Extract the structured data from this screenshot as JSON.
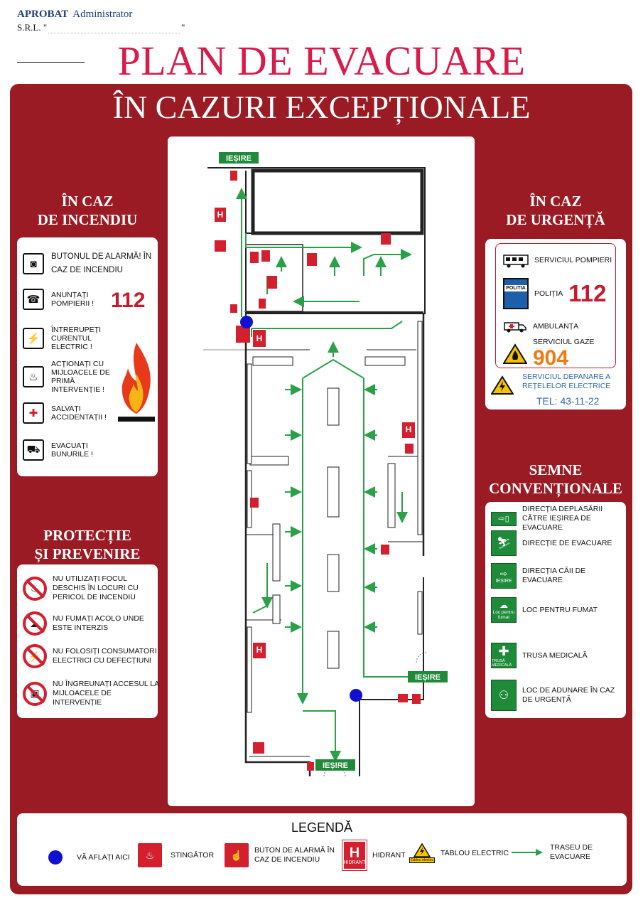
{
  "approval": {
    "label": "APROBAT",
    "role": "Administrator",
    "company_prefix": "S.R.L. \"",
    "company_suffix": "\""
  },
  "title": "PLAN DE EVACUARE",
  "subtitle": "ÎN CAZURI EXCEPȚIONALE",
  "fire_section": {
    "heading_line1": "ÎN CAZ",
    "heading_line2": "DE INCENDIU",
    "items": [
      {
        "icon": "alarm-button-icon",
        "text": "BUTONUL DE ALARMĂ! ÎN CAZ DE INCENDIU"
      },
      {
        "icon": "phone-icon",
        "text": "ANUNȚAȚI POMPIERII !"
      },
      {
        "icon": "electric-switch-icon",
        "text": "ÎNTRERUPEȚI CURENTUL ELECTRIC !"
      },
      {
        "icon": "fire-extinguisher-icon",
        "text": "ACȚIONAȚI CU MIJLOACELE DE PRIMĂ INTERVENȚIE !"
      },
      {
        "icon": "first-aid-icon",
        "text": "SALVAȚI ACCIDENTAȚII !"
      },
      {
        "icon": "hand-truck-icon",
        "text": "EVACUAȚI BUNURILE !"
      }
    ],
    "emergency_number": "112"
  },
  "urgency_section": {
    "heading_line1": "ÎN CAZ",
    "heading_line2": "DE URGENȚĂ",
    "fire_service": "SERVICIUL POMPIERI",
    "police_badge": "POLITIA",
    "police": "POLIȚIA",
    "police_number": "112",
    "ambulance": "AMBULANȚA",
    "gas_service": "SERVICIUL GAZE",
    "gas_number": "904",
    "electric_service": "SERVICIUL DEPANARE A REȚELELOR ELECTRICE",
    "electric_tel": "TEL: 43-11-22"
  },
  "protection_section": {
    "heading_line1": "PROTECȚIE",
    "heading_line2": "ȘI PREVENIRE",
    "items": [
      {
        "icon": "no-open-fire-icon",
        "text": "NU UTILIZAȚI FOCUL DESCHIS ÎN LOCURI CU PERICOL DE INCENDIU"
      },
      {
        "icon": "no-smoking-icon",
        "text": "NU FUMAȚI ACOLO UNDE ESTE INTERZIS"
      },
      {
        "icon": "no-faulty-appliances-icon",
        "text": "NU FOLOSIȚI CONSUMATORI ELECTRICI CU DEFECȚIUNI"
      },
      {
        "icon": "no-blocking-icon",
        "text": "NU ÎNGREUNAȚI ACCESUL LA MIJLOACELE DE INTERVENȚIE"
      }
    ]
  },
  "conventional_signs": {
    "heading_line1": "SEMNE",
    "heading_line2": "CONVENȚIONALE",
    "items": [
      {
        "icon": "exit-direction-icon",
        "text": "DIRECȚIA DEPLASĂRII CĂTRE IEȘIREA DE EVACUARE"
      },
      {
        "icon": "evacuation-stairs-icon",
        "text": "DIRECȚIE DE EVACUARE"
      },
      {
        "icon": "exit-route-icon",
        "text": "DIRECȚIA CĂII DE EVACUARE",
        "sign_label": "IEȘIRE"
      },
      {
        "icon": "smoking-area-icon",
        "text": "LOC PENTRU FUMAT",
        "sign_label": "Loc pentru fumat"
      },
      {
        "icon": "first-aid-kit-icon",
        "text": "TRUSA MEDICALĂ",
        "sign_label": "TRUSĂ MEDICALĂ"
      },
      {
        "icon": "assembly-point-icon",
        "text": "LOC DE ADUNARE ÎN CAZ DE URGENȚĂ"
      }
    ]
  },
  "floor_plan": {
    "exit_label": "IEȘIRE",
    "hydrant_label": "H",
    "hydrant_caption": "HIDRANT"
  },
  "legend": {
    "title": "LEGENDĂ",
    "you_are_here": "VĂ AFLAȚI AICI",
    "extinguisher": "STINGĂTOR",
    "alarm_button": "BUTON DE ALARMĂ ÎN CAZ DE INCENDIU",
    "hydrant": "HIDRANT",
    "hydrant_caption": "HIDRANT",
    "electric_panel": "TABLOU ELECTRIC",
    "electric_panel_caption": "Tablou electric",
    "evacuation_route": "TRASEU DE EVACUARE"
  },
  "colors": {
    "board": "#9a1b24",
    "title": "#d81b4a",
    "route": "#2aa148",
    "sign_red": "#d31f2e",
    "you_are_here": "#1010d0"
  }
}
